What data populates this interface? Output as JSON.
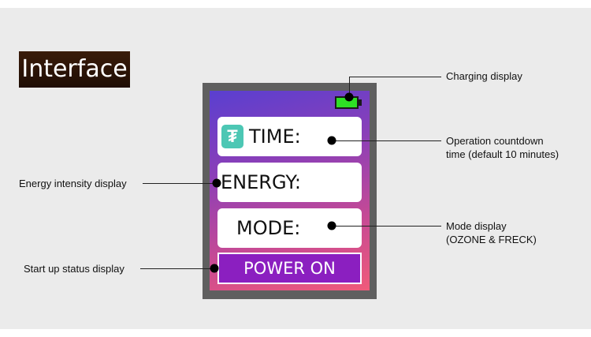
{
  "title": "Interface",
  "device": {
    "time_label": "TIME:",
    "energy_label": "ENERGY:",
    "mode_label": "MODE:",
    "power_label": "POWER ON",
    "icon_glyph": "₮"
  },
  "callouts": {
    "charging": "Charging display",
    "countdown_line1": "Operation countdown",
    "countdown_line2": "time (default 10 minutes)",
    "energy": "Energy intensity display",
    "mode_line1": "Mode display",
    "mode_line2": "(OZONE & FRECK)",
    "startup": "Start up status display"
  },
  "colors": {
    "battery": "#2ee025",
    "power_button": "#8b1fc0",
    "title_background": "#2a1406",
    "screen_gradient_start": "#5a3fd0",
    "screen_gradient_end": "#f05a7a"
  }
}
